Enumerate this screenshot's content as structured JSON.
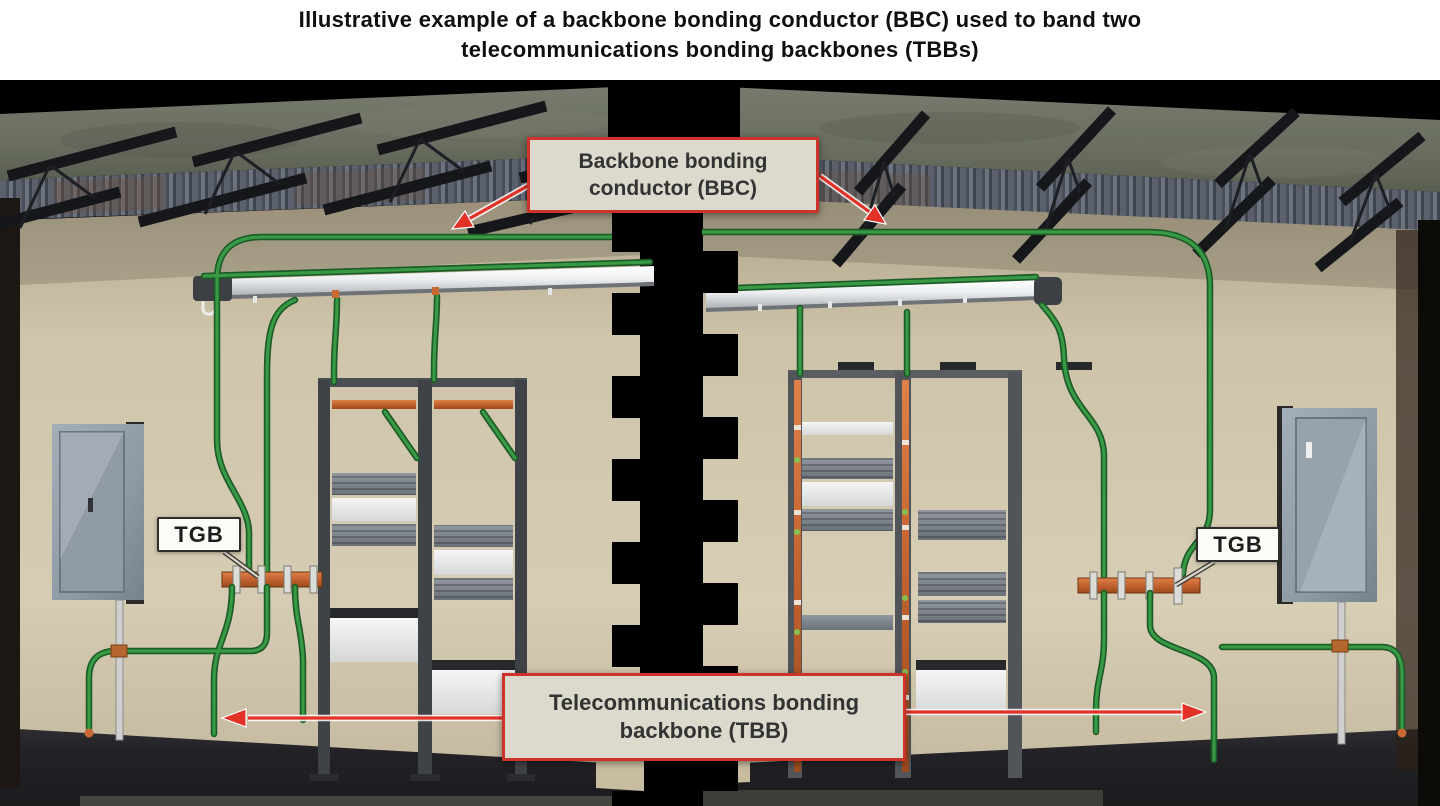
{
  "title": {
    "lines": [
      "Illustrative example of a backbone bonding conductor (BBC) used to band two",
      "telecommunications bonding backbones (TBBs)"
    ]
  },
  "callouts": {
    "bbc": {
      "text": "Backbone bonding conductor (BBC)"
    },
    "tbb": {
      "text": "Telecommunications bonding backbone (TBB)"
    },
    "tgb_left": {
      "text": "TGB"
    },
    "tgb_right": {
      "text": "TGB"
    }
  },
  "colors": {
    "bonding_conductor_green": "#389a44",
    "bonding_conductor_green_dark": "#1c5a26",
    "busbar_copper": "#cf6c35",
    "callout_border_red": "#cc332a",
    "callout_background": "#dcd9cd",
    "arrow_red": "#e23127",
    "wall_tan": "#cfc5ab",
    "ceiling_concrete": "#6d7265",
    "deck_steel_blue": "#5b616c",
    "floor_dark": "#232327",
    "steel_black": "#16171b",
    "electrical_panel_gray": "#93a0ab",
    "runway_white": "#f4f5f6"
  }
}
